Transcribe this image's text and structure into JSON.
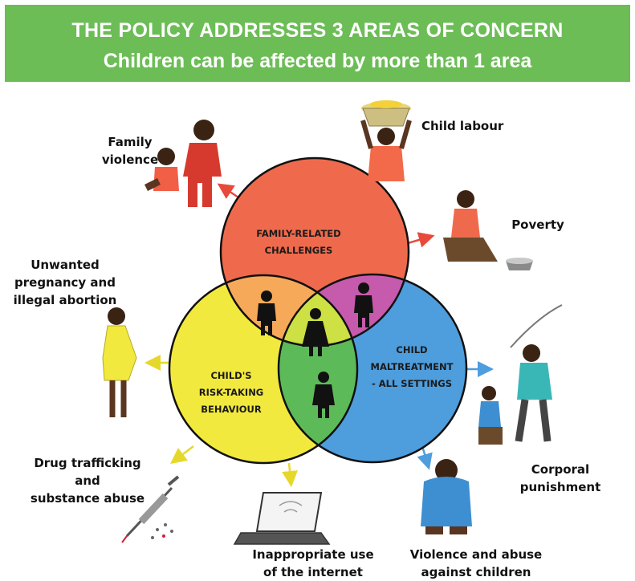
{
  "header": {
    "title": "THE POLICY ADDRESSES 3 AREAS OF CONCERN",
    "subtitle": "Children can be affected by more than 1 area"
  },
  "circles": {
    "family": {
      "line1": "FAMILY-RELATED",
      "line2": "CHALLENGES",
      "color": "#ef6a4c"
    },
    "maltreatment": {
      "line1": "CHILD",
      "line2": "MALTREATMENT",
      "line3": "- ALL SETTINGS",
      "color": "#4e9ddd"
    },
    "risk": {
      "line1": "CHILD'S",
      "line2": "RISK-TAKING",
      "line3": "BEHAVIOUR",
      "color": "#f2e93e"
    }
  },
  "labels": {
    "family_violence": {
      "line1": "Family",
      "line2": "violence"
    },
    "child_labour": {
      "line1": "Child labour"
    },
    "poverty": {
      "line1": "Poverty"
    },
    "unwanted_pregnancy": {
      "line1": "Unwanted",
      "line2": "pregnancy and",
      "line3": "illegal abortion"
    },
    "corporal_punishment": {
      "line1": "Corporal",
      "line2": "punishment"
    },
    "drug_trafficking": {
      "line1": "Drug trafficking",
      "line2": "and",
      "line3": "substance abuse"
    },
    "internet": {
      "line1": "Inappropriate use",
      "line2": "of the internet"
    },
    "violence_abuse": {
      "line1": "Violence and abuse",
      "line2": "against children"
    }
  },
  "colors": {
    "banner": "#6cbd56",
    "arrow_red": "#e8493a",
    "arrow_blue": "#4e9ddd",
    "arrow_yellow": "#e6d82a"
  }
}
